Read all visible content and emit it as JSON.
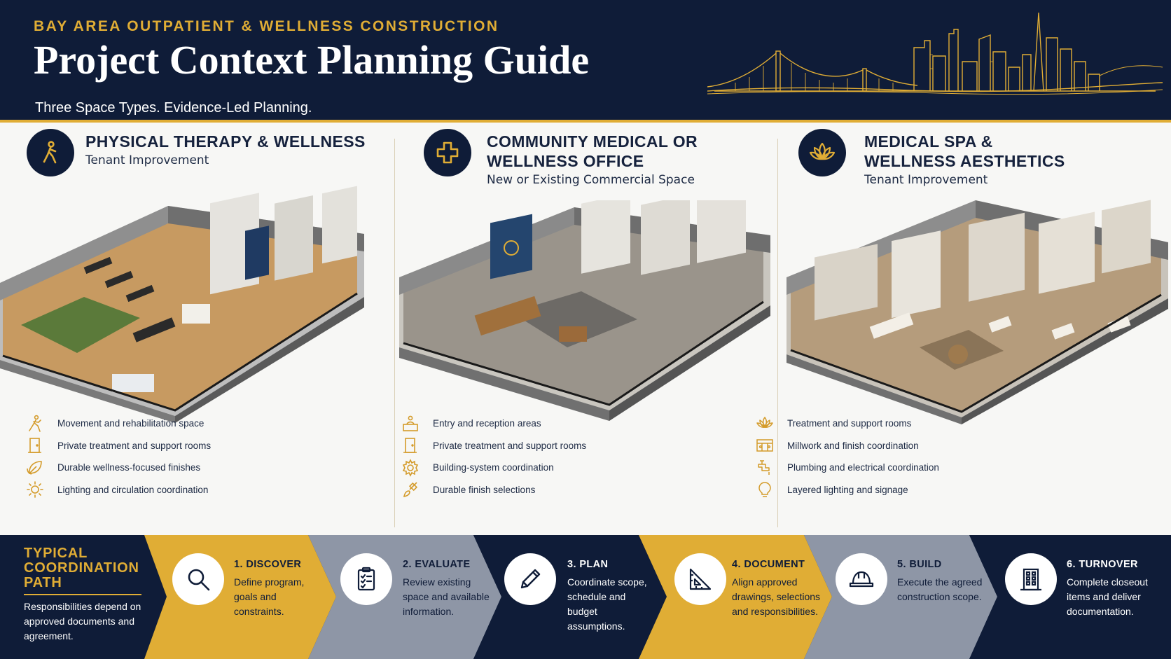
{
  "header": {
    "eyebrow": "BAY AREA OUTPATIENT & WELLNESS CONSTRUCTION",
    "title": "Project Context Planning Guide",
    "subtitle": "Three Space Types. Evidence-Led Planning."
  },
  "colors": {
    "navy": "#0f1c38",
    "gold": "#e0ad35",
    "slate": "#8e96a6",
    "paper": "#f7f7f5"
  },
  "spaces": [
    {
      "icon": "walking-person-icon",
      "title_lines": [
        "PHYSICAL THERAPY & WELLNESS"
      ],
      "subtitle": "Tenant Improvement",
      "features": [
        {
          "icon": "running-person-icon",
          "label": "Movement and rehabilitation space"
        },
        {
          "icon": "door-icon",
          "label": "Private treatment and support rooms"
        },
        {
          "icon": "leaf-icon",
          "label": "Durable wellness-focused finishes"
        },
        {
          "icon": "sun-icon",
          "label": "Lighting and circulation coordination"
        }
      ]
    },
    {
      "icon": "medical-cross-icon",
      "title_lines": [
        "COMMUNITY MEDICAL OR",
        "WELLNESS OFFICE"
      ],
      "subtitle": "New or Existing Commercial Space",
      "features": [
        {
          "icon": "reception-desk-icon",
          "label": "Entry and reception areas"
        },
        {
          "icon": "door-icon",
          "label": "Private treatment and support rooms"
        },
        {
          "icon": "gear-icon",
          "label": "Building-system coordination"
        },
        {
          "icon": "paint-brush-icon",
          "label": "Durable finish selections"
        }
      ]
    },
    {
      "icon": "lotus-icon",
      "title_lines": [
        "MEDICAL SPA &",
        "WELLNESS AESTHETICS"
      ],
      "subtitle": "Tenant Improvement",
      "features": [
        {
          "icon": "lotus-icon",
          "label": "Treatment and support rooms"
        },
        {
          "icon": "cabinet-icon",
          "label": "Millwork and finish coordination"
        },
        {
          "icon": "faucet-icon",
          "label": "Plumbing and electrical coordination"
        },
        {
          "icon": "lightbulb-icon",
          "label": "Layered lighting and signage"
        }
      ]
    }
  ],
  "path": {
    "title": "TYPICAL COORDINATION PATH",
    "note": "Responsibilities depend on approved documents and agreement.",
    "steps": [
      {
        "icon": "magnifier-icon",
        "name": "1. DISCOVER",
        "desc": "Define program, goals and constraints."
      },
      {
        "icon": "checklist-icon",
        "name": "2. EVALUATE",
        "desc": "Review existing space and available information."
      },
      {
        "icon": "pencil-icon",
        "name": "3. PLAN",
        "desc": "Coordinate scope, schedule and budget assumptions."
      },
      {
        "icon": "set-square-icon",
        "name": "4. DOCUMENT",
        "desc": "Align approved drawings, selections and responsibilities."
      },
      {
        "icon": "hard-hat-icon",
        "name": "5. BUILD",
        "desc": "Execute the agreed construction scope."
      },
      {
        "icon": "building-icon",
        "name": "6. TURNOVER",
        "desc": "Complete closeout items and deliver documentation."
      }
    ]
  }
}
